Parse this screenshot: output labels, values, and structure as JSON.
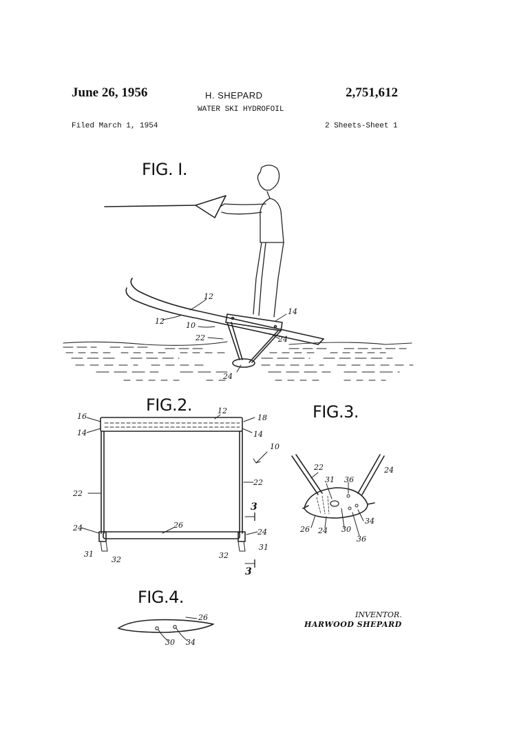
{
  "header": {
    "date": "June 26, 1956",
    "inventor_name": "H. SHEPARD",
    "patent_number": "2,751,612",
    "title": "WATER SKI HYDROFOIL",
    "filed": "Filed March 1, 1954",
    "sheets": "2 Sheets-Sheet 1"
  },
  "figures": {
    "fig1": "FIG. I.",
    "fig2": "FIG.2.",
    "fig3": "FIG.3.",
    "fig4": "FIG.4."
  },
  "refs": {
    "fig1": [
      "12",
      "12",
      "10",
      "22",
      "14",
      "24",
      "24"
    ],
    "fig2": [
      "12",
      "16",
      "18",
      "14",
      "14",
      "10",
      "22",
      "22",
      "3",
      "24",
      "24",
      "26",
      "31",
      "32",
      "32",
      "31",
      "3"
    ],
    "fig3": [
      "22",
      "24",
      "31",
      "36",
      "26",
      "24",
      "30",
      "34",
      "36"
    ],
    "fig4": [
      "26",
      "30",
      "34"
    ]
  },
  "inventor": {
    "label": "INVENTOR.",
    "name": "HARWOOD SHEPARD"
  }
}
